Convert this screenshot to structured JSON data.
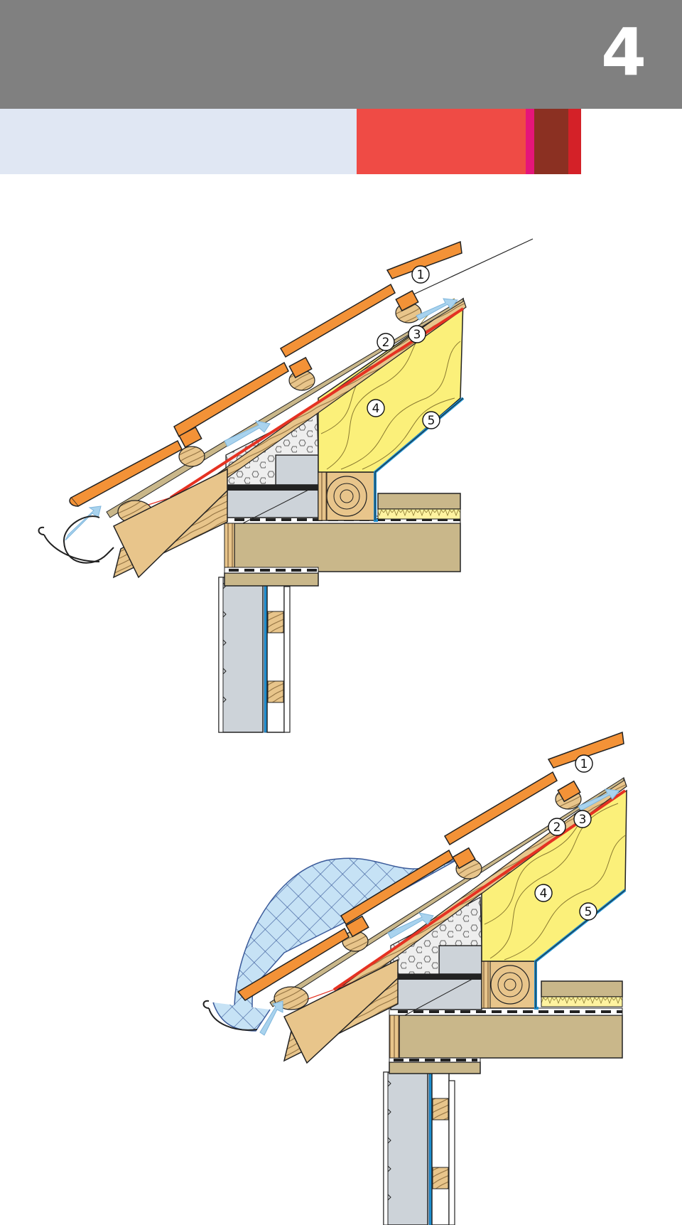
{
  "header": {
    "page_number": "4"
  },
  "colors": {
    "header_gray": "#808080",
    "strip_light_blue": "#e0e7f3",
    "strip_coral": "#ef4b45",
    "strip_magenta": "#e5157a",
    "strip_brown": "#8b3022",
    "strip_red": "#d42128",
    "tile_orange": "#f39237",
    "insulation_yellow": "#fbf07a",
    "timber_tan": "#e8c58b",
    "board_tan": "#c9b78a",
    "membrane_red": "#e53222",
    "vapour_blue": "#1d8fd0",
    "airflow_blue": "#a9d3ee",
    "wall_gray": "#cdd3d9",
    "snow_blue": "#c6e2f5"
  },
  "diagram_top": {
    "callouts": [
      {
        "label": "1"
      },
      {
        "label": "2"
      },
      {
        "label": "3"
      },
      {
        "label": "4"
      },
      {
        "label": "5"
      }
    ]
  },
  "diagram_bottom": {
    "callouts": [
      {
        "label": "1"
      },
      {
        "label": "2"
      },
      {
        "label": "3"
      },
      {
        "label": "4"
      },
      {
        "label": "5"
      }
    ]
  }
}
